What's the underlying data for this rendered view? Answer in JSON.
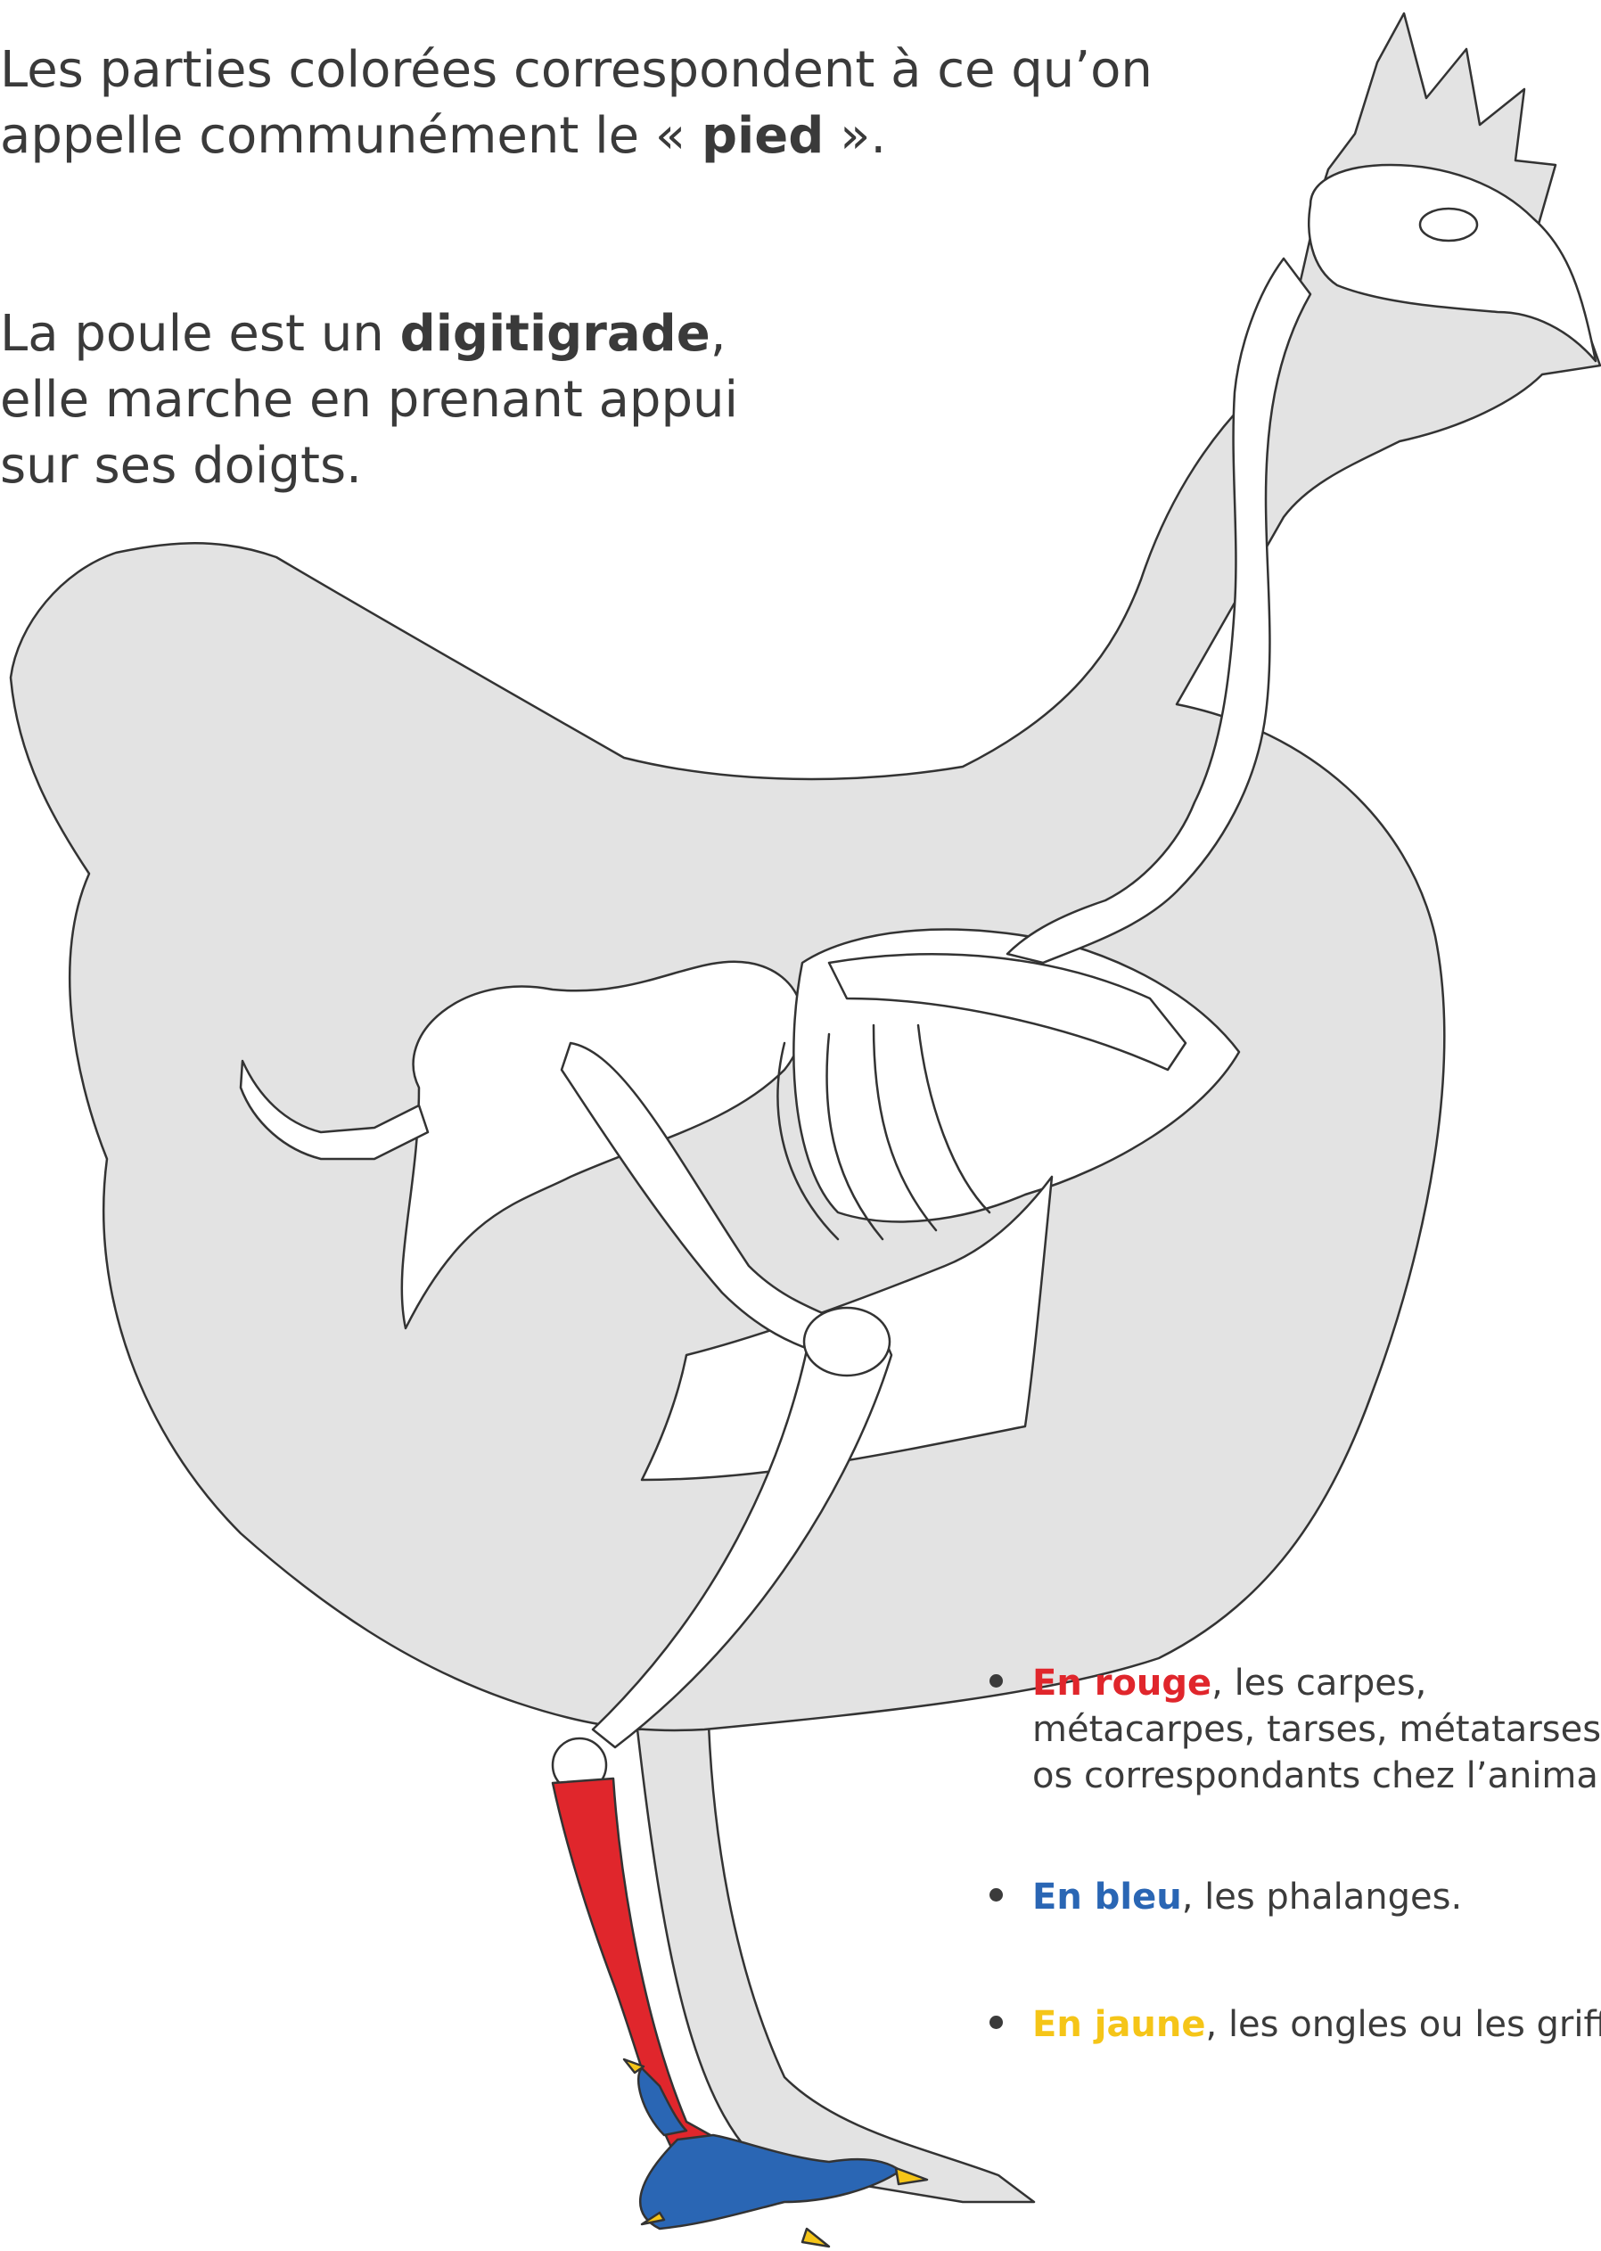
{
  "intro_1": {
    "before": "Les parties colorées correspondent à ce qu’on",
    "line2_before": "appelle communément le « ",
    "bold": "pied",
    "after": " »."
  },
  "intro_2": {
    "before": "La poule est un ",
    "bold": "digitigrade",
    "after": ",",
    "line2": "elle marche en prenant appui",
    "line3": "sur ses doigts."
  },
  "legend": [
    {
      "key": "En rouge",
      "text": ", les carpes,",
      "line2": "métacarpes, tarses, métatarses",
      "line3": "os correspondants chez l’animal",
      "color": "#e0262c"
    },
    {
      "key": "En bleu",
      "text": ", les phalanges.",
      "color": "#2a66b4"
    },
    {
      "key": "En jaune",
      "text": ", les ongles ou les griffes.",
      "color": "#f5c518"
    }
  ],
  "colors": {
    "body_fill": "#e3e3e3",
    "outline": "#333333",
    "bone": "#ffffff",
    "tarsus": "#e0262c",
    "phalanges": "#2a66b4",
    "claws": "#f5c518"
  }
}
